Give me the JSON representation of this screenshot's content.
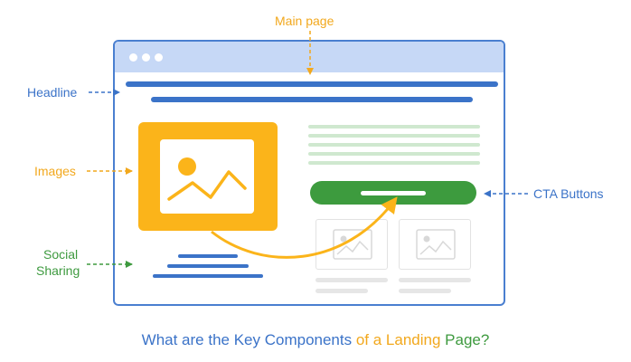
{
  "labels": {
    "main_page": "Main page",
    "headline": "Headline",
    "images": "Images",
    "social_line1": "Social",
    "social_line2": "Sharing",
    "cta_buttons": "CTA Buttons"
  },
  "title": {
    "part1": "What are the Key Components ",
    "part2": "of a Landing ",
    "part3": "Page?"
  },
  "colors": {
    "blue": "#3b73c8",
    "orange": "#f2a81d",
    "green": "#3e9a3f",
    "browser_chrome": "#c6d8f6",
    "cta_button": "#3d9b3e",
    "image_card": "#fbb41a"
  },
  "icons": [
    "image-icon",
    "arrow-icon"
  ]
}
